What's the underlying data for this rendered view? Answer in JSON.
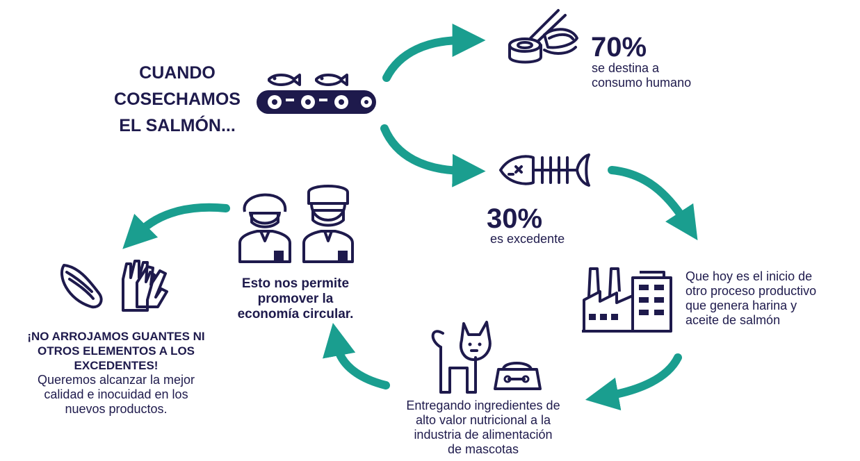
{
  "intro": {
    "line1": "CUANDO",
    "line2": "COSECHAMOS",
    "line3": "EL SALMÓN..."
  },
  "human_consumption": {
    "percent": "70%",
    "line1": "se destina a",
    "line2": "consumo humano"
  },
  "surplus": {
    "percent": "30%",
    "text": "es  excedente"
  },
  "process": {
    "line1": "Que hoy es el inicio de",
    "line2": "otro proceso productivo",
    "line3": "que genera harina y",
    "line4": "aceite de salmón"
  },
  "pets": {
    "line1": "Entregando ingredientes de",
    "line2": "alto valor nutricional a la",
    "line3": "industria de alimentación",
    "line4": "de mascotas"
  },
  "circular": {
    "line1": "Esto nos permite",
    "line2": "promover la",
    "line3": "economía circular."
  },
  "gloves": {
    "bold1": "¡NO ARROJAMOS GUANTES NI",
    "bold2": "OTROS ELEMENTOS A LOS",
    "bold3": "EXCEDENTES!",
    "line1": "Queremos alcanzar la mejor",
    "line2": "calidad e inocuidad en los",
    "line3": "nuevos productos."
  },
  "colors": {
    "navy": "#1e1a4c",
    "teal": "#1a9e8f"
  }
}
